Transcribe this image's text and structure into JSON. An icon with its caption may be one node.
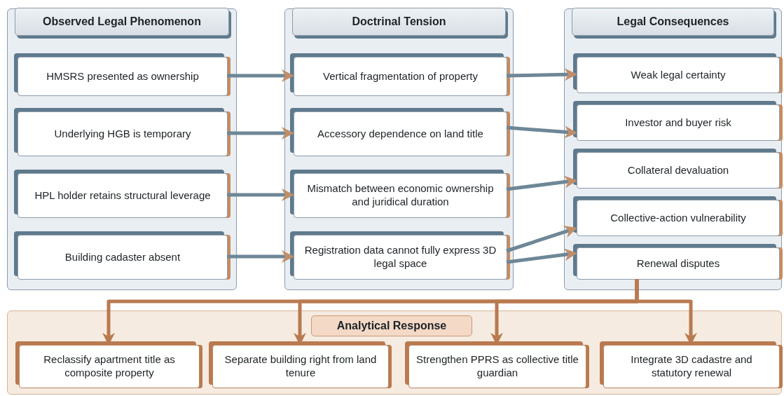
{
  "diagram": {
    "nodes": [
      {
        "text": [
          "Observed Legal Phenomenon"
        ]
      },
      {
        "text": [
          "HMSRS presented as ownership"
        ],
        "in": 0
      },
      {
        "text": [
          "Underlying HGB is temporary"
        ],
        "in": 0
      },
      {
        "text": [
          "HPL holder retains structural leverage"
        ],
        "in": 0
      },
      {
        "text": [
          "Building cadaster absent"
        ],
        "in": 0
      },
      {
        "text": [
          "Doctrinal Tension"
        ]
      },
      {
        "text": [
          "Vertical fragmentation of property"
        ],
        "in": 5
      },
      {
        "text": [
          "Accessory dependence on land title"
        ],
        "in": 5
      },
      {
        "text": [
          "Mismatch between economic ownership and juridical duration"
        ],
        "in": 5
      },
      {
        "text": [
          "Registration data cannot fully express 3D legal space"
        ],
        "in": 5
      },
      {
        "text": [
          "Legal Consequences"
        ]
      },
      {
        "text": [
          "Weak legal certainty"
        ],
        "in": 10
      },
      {
        "text": [
          "Investor and buyer risk"
        ],
        "in": 10
      },
      {
        "text": [
          "Collateral devaluation"
        ],
        "in": 10
      },
      {
        "text": [
          "Collective-action vulnerability"
        ],
        "in": 10
      },
      {
        "text": [
          "Renewal disputes"
        ],
        "in": 10
      },
      {
        "text": [
          "Analytical Response"
        ]
      },
      {
        "text": [
          "Reclassify apartment title as composite property"
        ],
        "in": 16
      },
      {
        "text": [
          "Separate building right from land tenure"
        ],
        "in": 16
      },
      {
        "text": [
          "Strengthen PPRS as collective title guardian"
        ],
        "in": 16
      },
      {
        "text": [
          "Integrate 3D cadastre and statutory renewal"
        ],
        "in": 16
      }
    ],
    "edges": [
      {
        "from": 1,
        "to": 6,
        "arrow": "to"
      },
      {
        "from": 2,
        "to": 7,
        "arrow": "to"
      },
      {
        "from": 3,
        "to": 8,
        "arrow": "to"
      },
      {
        "from": 4,
        "to": 9,
        "arrow": "to"
      },
      {
        "from": 6,
        "to": 11,
        "arrow": "to"
      },
      {
        "from": 7,
        "to": 12,
        "arrow": "to"
      },
      {
        "from": 8,
        "to": 13,
        "arrow": "to"
      },
      {
        "from": 9,
        "to": 14,
        "arrow": "to"
      },
      {
        "from": 9,
        "to": 15,
        "arrow": "to"
      },
      {
        "from": 15,
        "to": 17,
        "arrow": "to",
        "color": "#b97a50"
      },
      {
        "from": 15,
        "to": 18,
        "arrow": "to",
        "color": "#b97a50"
      },
      {
        "from": 15,
        "to": 19,
        "arrow": "to",
        "color": "#b97a50"
      },
      {
        "from": 15,
        "to": 20,
        "arrow": "to",
        "color": "#b97a50"
      }
    ]
  }
}
